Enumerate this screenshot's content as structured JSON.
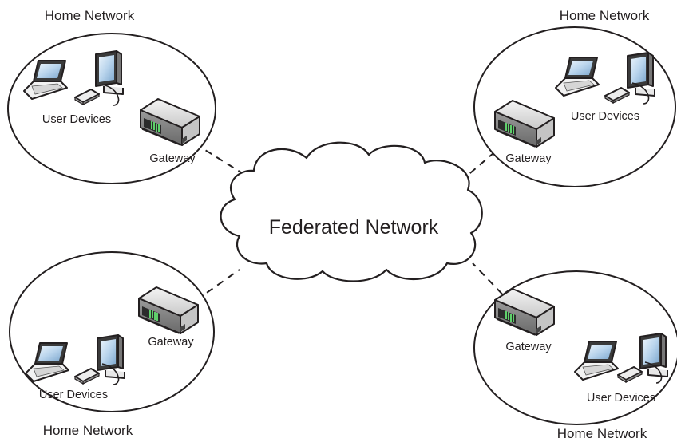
{
  "cloud": {
    "label": "Federated Network"
  },
  "networks": [
    {
      "id": "top-left",
      "title": "Home Network",
      "gateway_label": "Gateway",
      "devices_label": "User Devices"
    },
    {
      "id": "top-right",
      "title": "Home Network",
      "gateway_label": "Gateway",
      "devices_label": "User Devices"
    },
    {
      "id": "bottom-left",
      "title": "Home Network",
      "gateway_label": "Gateway",
      "devices_label": "User Devices"
    },
    {
      "id": "bottom-right",
      "title": "Home Network",
      "gateway_label": "Gateway",
      "devices_label": "User Devices"
    }
  ],
  "icons": [
    "laptop-icon",
    "desktop-monitor-icon",
    "keyboard-icon",
    "gateway-router-icon",
    "cloud-shape"
  ]
}
